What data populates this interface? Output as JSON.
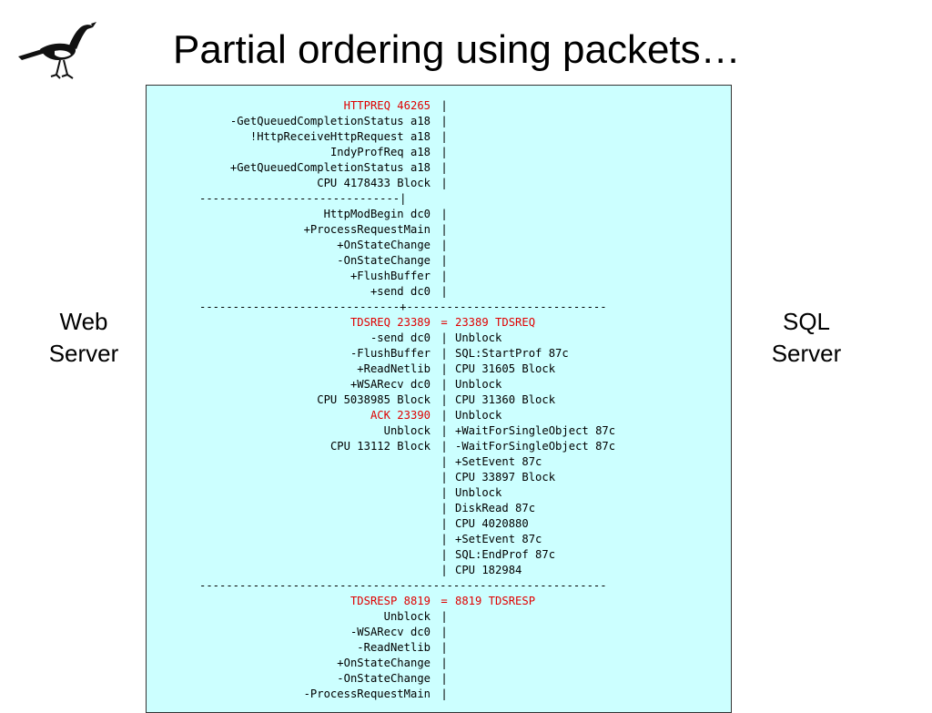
{
  "slide": {
    "title": "Partial ordering using packets…",
    "left_label": "Web\nServer",
    "right_label": "SQL\nServer"
  },
  "trace": [
    {
      "type": "row",
      "left": "HTTPREQ 46265",
      "left_red": true,
      "bar": "|",
      "right": ""
    },
    {
      "type": "row",
      "left": "-GetQueuedCompletionStatus a18",
      "bar": "|",
      "right": ""
    },
    {
      "type": "row",
      "left": "!HttpReceiveHttpRequest a18",
      "bar": "|",
      "right": ""
    },
    {
      "type": "row",
      "left": "IndyProfReq a18",
      "bar": "|",
      "right": ""
    },
    {
      "type": "row",
      "left": "+GetQueuedCompletionStatus a18",
      "bar": "|",
      "right": ""
    },
    {
      "type": "row",
      "left": "CPU 4178433 Block",
      "bar": "|",
      "right": ""
    },
    {
      "type": "sep",
      "text": "------------------------------|"
    },
    {
      "type": "row",
      "left": "HttpModBegin dc0",
      "bar": "|",
      "right": ""
    },
    {
      "type": "row",
      "left": "+ProcessRequestMain",
      "bar": "|",
      "right": ""
    },
    {
      "type": "row",
      "left": "+OnStateChange",
      "bar": "|",
      "right": ""
    },
    {
      "type": "row",
      "left": "-OnStateChange",
      "bar": "|",
      "right": ""
    },
    {
      "type": "row",
      "left": "+FlushBuffer",
      "bar": "|",
      "right": ""
    },
    {
      "type": "row",
      "left": "+send dc0",
      "bar": "|",
      "right": ""
    },
    {
      "type": "sep",
      "text": "------------------------------+------------------------------"
    },
    {
      "type": "row",
      "left": "TDSREQ 23389",
      "left_red": true,
      "bar": "=",
      "bar_red": true,
      "right": "23389 TDSREQ",
      "right_red": true
    },
    {
      "type": "row",
      "left": "-send dc0",
      "bar": "|",
      "right": "Unblock"
    },
    {
      "type": "row",
      "left": "-FlushBuffer",
      "bar": "|",
      "right": "SQL:StartProf 87c"
    },
    {
      "type": "row",
      "left": "+ReadNetlib",
      "bar": "|",
      "right": "CPU 31605 Block"
    },
    {
      "type": "row",
      "left": "+WSARecv dc0",
      "bar": "|",
      "right": "Unblock"
    },
    {
      "type": "row",
      "left": "CPU 5038985 Block",
      "bar": "|",
      "right": "CPU 31360 Block"
    },
    {
      "type": "row",
      "left": "ACK 23390",
      "left_red": true,
      "bar": "|",
      "right": "Unblock"
    },
    {
      "type": "row",
      "left": "Unblock",
      "bar": "|",
      "right": "+WaitForSingleObject 87c"
    },
    {
      "type": "row",
      "left": "CPU 13112 Block",
      "bar": "|",
      "right": "-WaitForSingleObject 87c"
    },
    {
      "type": "row",
      "left": "",
      "bar": "|",
      "right": "+SetEvent 87c"
    },
    {
      "type": "row",
      "left": "",
      "bar": "|",
      "right": "CPU 33897 Block"
    },
    {
      "type": "row",
      "left": "",
      "bar": "|",
      "right": "Unblock"
    },
    {
      "type": "row",
      "left": "",
      "bar": "|",
      "right": "DiskRead 87c"
    },
    {
      "type": "row",
      "left": "",
      "bar": "|",
      "right": "CPU 4020880"
    },
    {
      "type": "row",
      "left": "",
      "bar": "|",
      "right": "+SetEvent 87c"
    },
    {
      "type": "row",
      "left": "",
      "bar": "|",
      "right": "SQL:EndProf 87c"
    },
    {
      "type": "row",
      "left": "",
      "bar": "|",
      "right": "CPU 182984"
    },
    {
      "type": "sep",
      "text": "-------------------------------------------------------------"
    },
    {
      "type": "row",
      "left": "TDSRESP 8819",
      "left_red": true,
      "bar": "=",
      "bar_red": true,
      "right": "8819 TDSRESP",
      "right_red": true
    },
    {
      "type": "row",
      "left": "Unblock",
      "bar": "|",
      "right": ""
    },
    {
      "type": "row",
      "left": "-WSARecv dc0",
      "bar": "|",
      "right": ""
    },
    {
      "type": "row",
      "left": "-ReadNetlib",
      "bar": "|",
      "right": ""
    },
    {
      "type": "row",
      "left": "+OnStateChange",
      "bar": "|",
      "right": ""
    },
    {
      "type": "row",
      "left": "-OnStateChange",
      "bar": "|",
      "right": ""
    },
    {
      "type": "row",
      "left": "-ProcessRequestMain",
      "bar": "|",
      "right": ""
    }
  ],
  "colors": {
    "box_background": "#ccffff",
    "highlight": "#e00000"
  },
  "icons": {
    "logo": "magpie-bird-icon"
  }
}
